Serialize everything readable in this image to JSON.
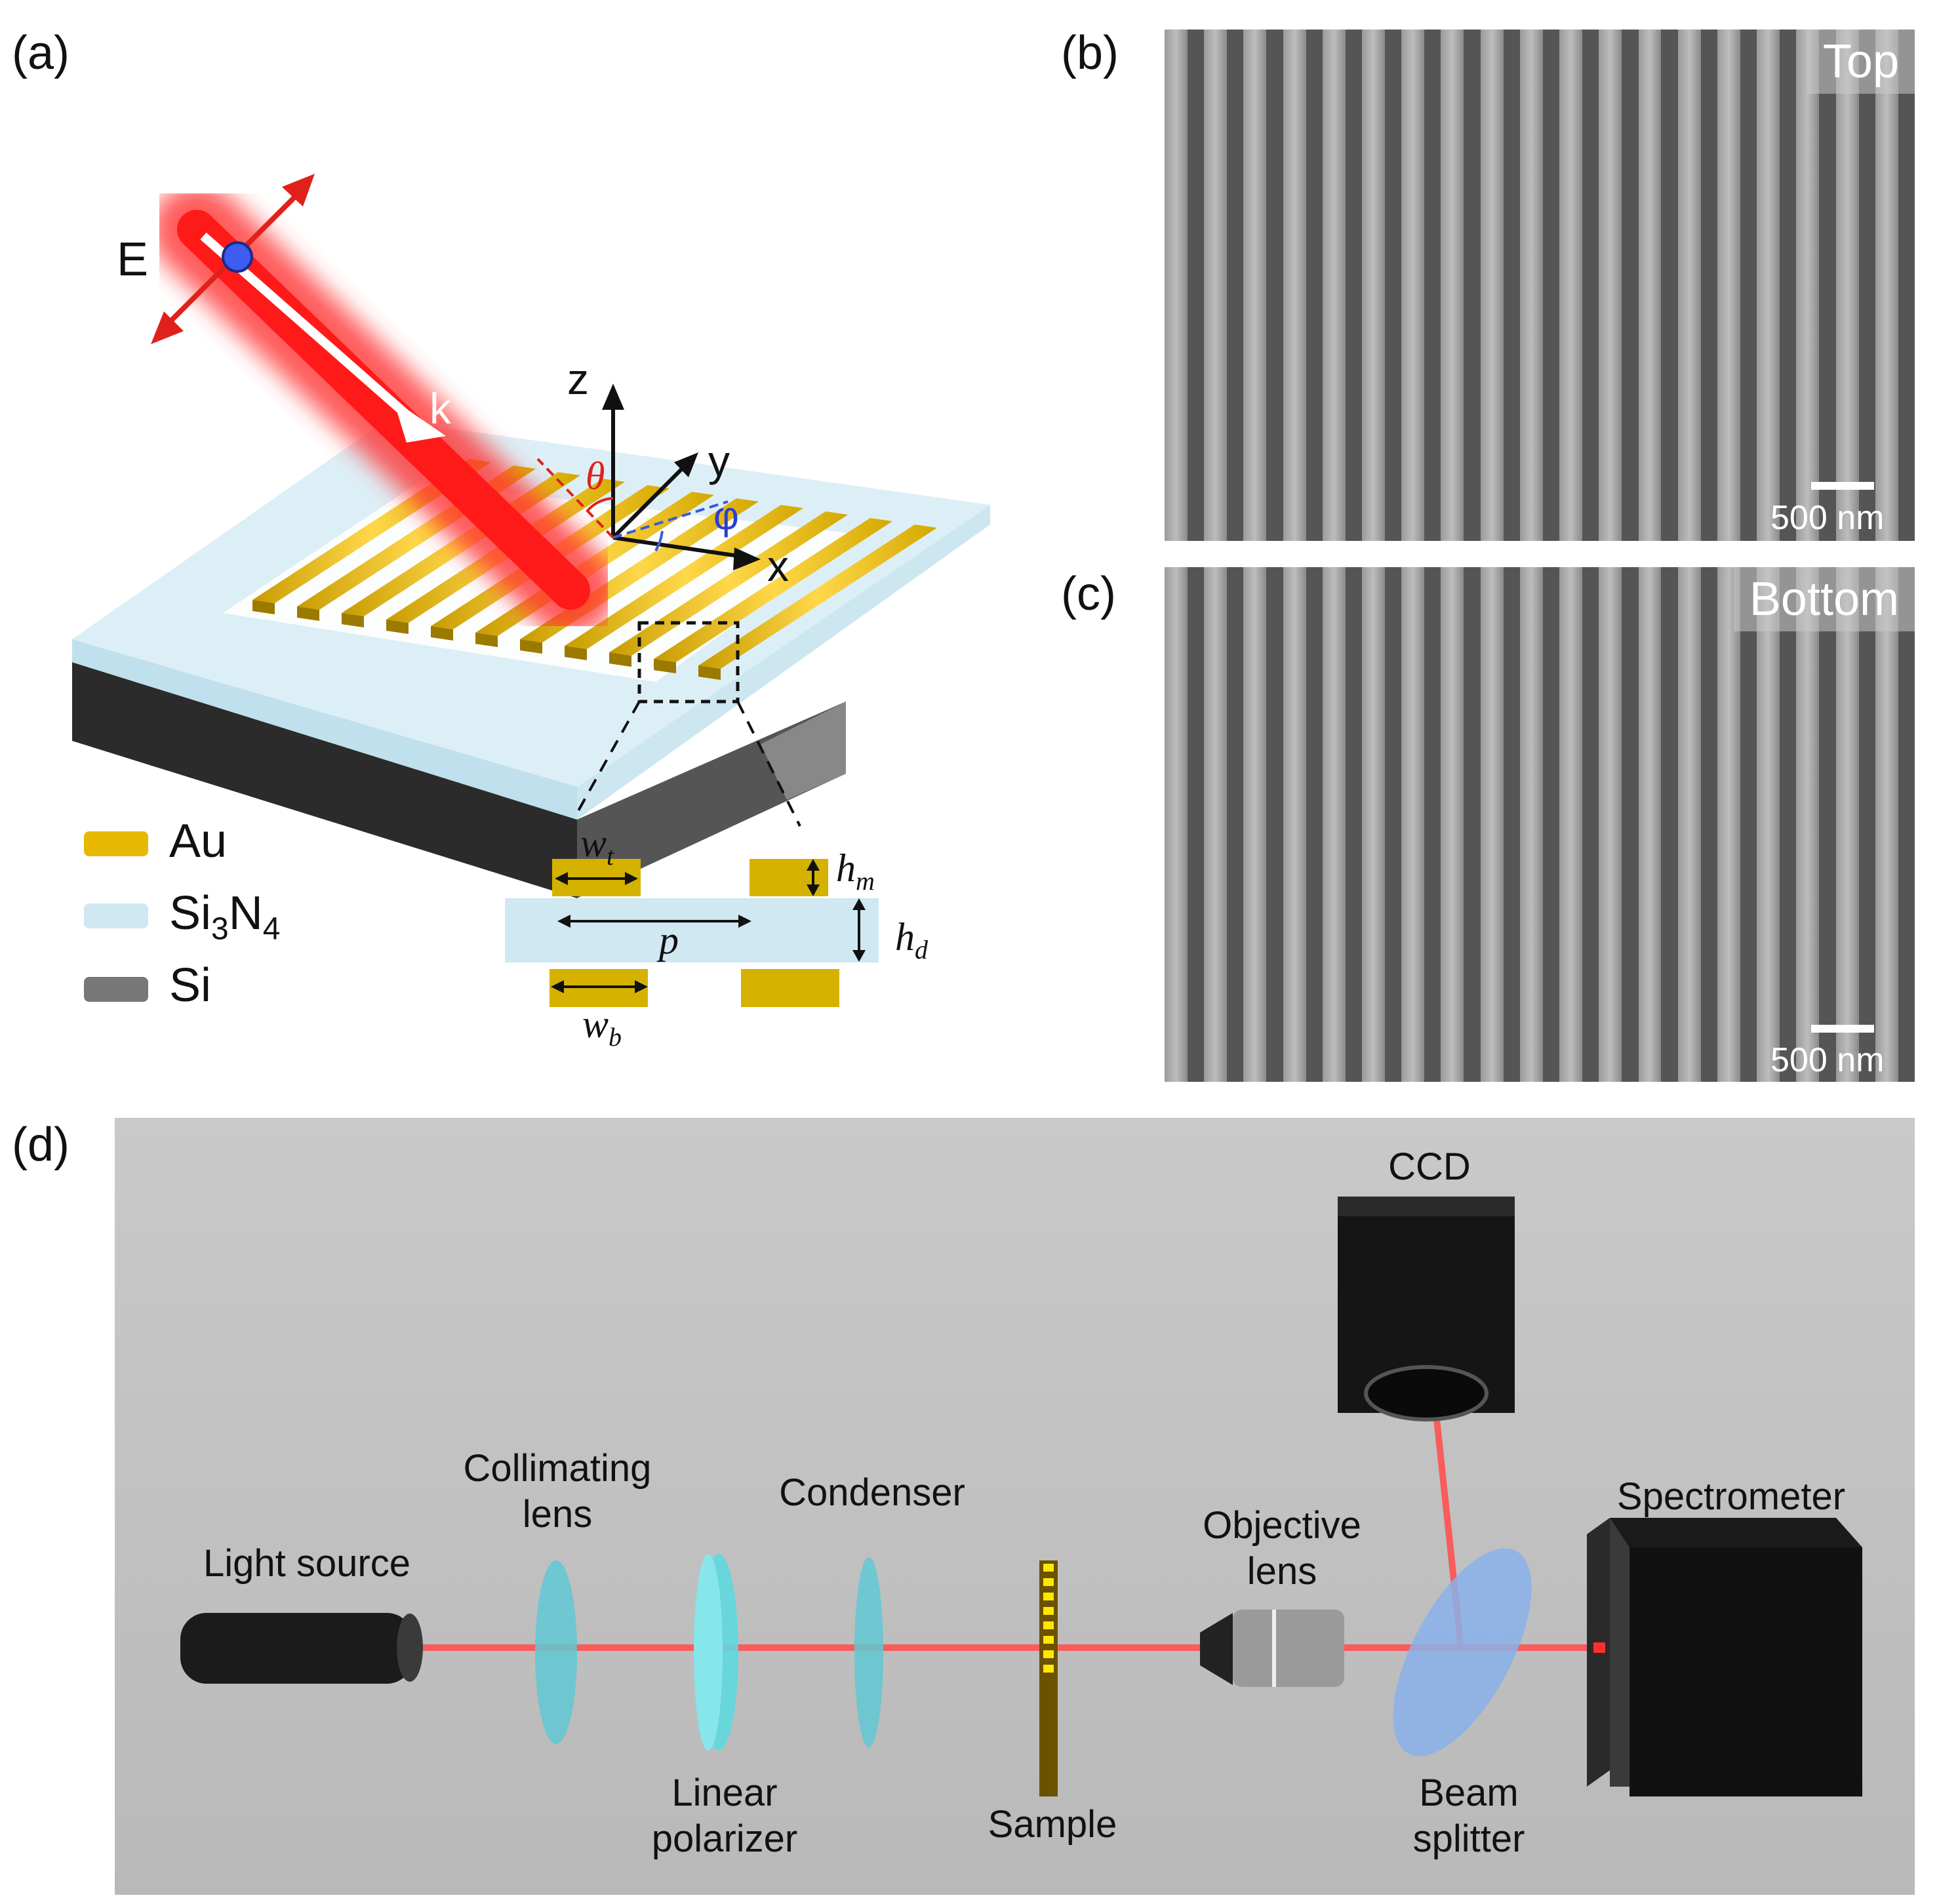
{
  "panels": {
    "a": "(a)",
    "b": "(b)",
    "c": "(c)",
    "d": "(d)"
  },
  "panel_a": {
    "field_label": "E",
    "wave_label": "k",
    "axis_z": "z",
    "axis_y": "y",
    "axis_x": "x",
    "angle_theta": "θ",
    "angle_phi": "φ",
    "legend": [
      {
        "label": "Au",
        "color": "#e6b800"
      },
      {
        "label": "Si3N4",
        "color": "#cfe8f2"
      },
      {
        "label": "Si",
        "color": "#777777"
      }
    ],
    "legend_si3n4_parts": {
      "a": "Si",
      "b": "3",
      "c": "N",
      "d": "4"
    },
    "dims": {
      "wt": "w",
      "wt_sub": "t",
      "hm": "h",
      "hm_sub": "m",
      "p": "p",
      "hd": "h",
      "hd_sub": "d",
      "wb": "w",
      "wb_sub": "b"
    }
  },
  "panel_b": {
    "tag": "Top",
    "scale": "500 nm"
  },
  "panel_c": {
    "tag": "Bottom",
    "scale": "500 nm"
  },
  "panel_d": {
    "components": {
      "light_source": "Light source",
      "collimating_1": "Collimating",
      "collimating_2": "lens",
      "linear_1": "Linear",
      "linear_2": "polarizer",
      "condenser": "Condenser",
      "sample": "Sample",
      "objective_1": "Objective",
      "objective_2": "lens",
      "beam_1": "Beam",
      "beam_2": "splitter",
      "ccd": "CCD",
      "spectrometer": "Spectrometer"
    },
    "beam_color": "#ff4d4d"
  }
}
